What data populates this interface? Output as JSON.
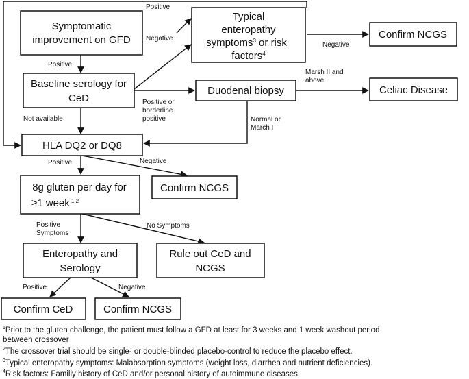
{
  "boxes": {
    "symptomatic": [
      "Symptomatic",
      "improvement on GFD"
    ],
    "typical": [
      "Typical",
      "enteropathy",
      "symptoms",
      "3",
      " or risk",
      "factors",
      "4"
    ],
    "confirm_ncgs_top": "Confirm NCGS",
    "baseline": [
      "Baseline serology for",
      "CeD"
    ],
    "biopsy": "Duodenal biopsy",
    "celiac": "Celiac Disease",
    "hla": "HLA DQ2 or DQ8",
    "gluten": [
      "8g gluten per day for",
      "≥1 week",
      " 1,2"
    ],
    "confirm_ncgs_mid": "Confirm NCGS",
    "enteropathy": [
      "Enteropathy and",
      "Serology"
    ],
    "rule_out": [
      "Rule out CeD and",
      "NCGS"
    ],
    "confirm_ced": "Confirm CeD",
    "confirm_ncgs_bottom": "Confirm NCGS"
  },
  "labels": {
    "positive_top": "Positive",
    "negative_sym_typ": "Negative",
    "negative_typ_ncgs": "Negative",
    "positive_sym_base": "Positive",
    "positive_borderline": [
      "Positive or",
      "borderline",
      "positive"
    ],
    "marsh": [
      "Marsh II and",
      "above"
    ],
    "not_available": "Not available",
    "normal_march": [
      "Normal or",
      "March I"
    ],
    "positive_hla": "Positive",
    "negative_hla": "Negative",
    "positive_symptoms": [
      "Positive",
      "Symptoms"
    ],
    "no_symptoms": "No Symptoms",
    "positive_ent": "Positive",
    "negative_ent": "Negative"
  },
  "footnotes": [
    {
      "mark": "1",
      "text": "Prior to the gluten challenge, the patient must follow a GFD at least for 3 weeks and 1 week washout period"
    },
    {
      "mark": "",
      "text": " between crossover"
    },
    {
      "mark": "2",
      "text": "The crossover trial should be single- or double-blinded placebo-control to reduce the placebo effect."
    },
    {
      "mark": "3",
      "text": "Typical enteropathy symptoms: Malabsorption symptoms (weight loss, diarrhea and nutrient deficiencies)."
    },
    {
      "mark": "4",
      "text": "Risk factors: Familiy history of CeD and/or personal history of autoimmune diseases."
    }
  ]
}
